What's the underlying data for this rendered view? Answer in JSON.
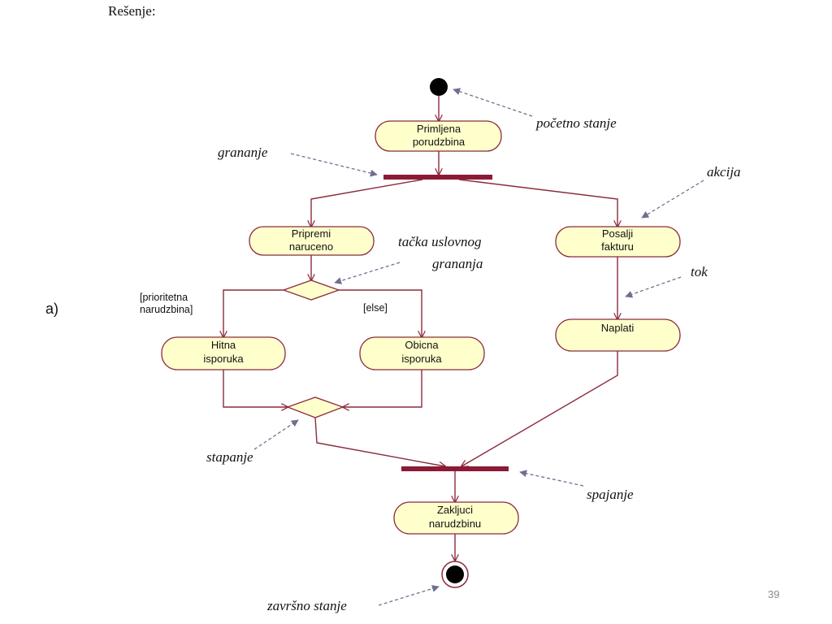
{
  "heading": "Rešenje:",
  "part_label": "a)",
  "page_number": "39",
  "colors": {
    "node_fill": "#ffffcc",
    "node_stroke": "#8b2a3c",
    "bar": "#8b1a35",
    "annotation_arrow": "#6f7090"
  },
  "nodes": {
    "received": [
      "Primljena",
      "porudzbina"
    ],
    "prepare": [
      "Pripremi",
      "naruceno"
    ],
    "invoice": [
      "Posalji",
      "fakturu"
    ],
    "urgent": [
      "Hitna",
      "isporuka"
    ],
    "regular": [
      "Obicna",
      "isporuka"
    ],
    "charge": "Naplati",
    "close": [
      "Zakljuci",
      "narudzbinu"
    ]
  },
  "guards": {
    "priority": [
      "[prioritetna",
      "narudzbina]"
    ],
    "else": "[else]"
  },
  "annotations": {
    "initial": "početno stanje",
    "fork": "grananje",
    "action": "akcija",
    "decision": [
      "tačka uslovnog",
      "grananja"
    ],
    "flow": "tok",
    "merge": "stapanje",
    "join": "spajanje",
    "final": "završno stanje"
  }
}
